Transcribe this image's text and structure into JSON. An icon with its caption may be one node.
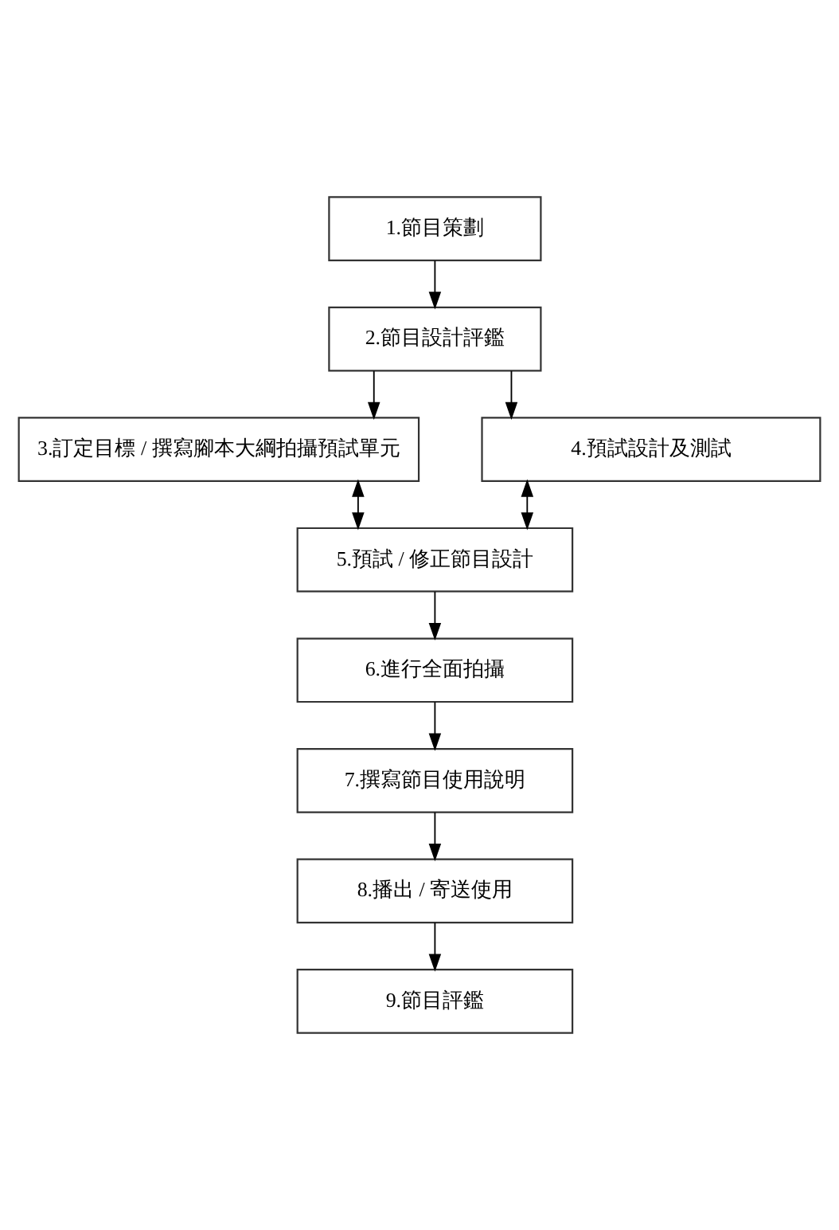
{
  "diagram": {
    "nodes": [
      {
        "text": [
          "1.節目策劃"
        ]
      },
      {
        "text": [
          "2.節目設計評鑑"
        ]
      },
      {
        "text": [
          "3.訂定目標 / 撰寫腳本大綱拍攝預試單元"
        ]
      },
      {
        "text": [
          "4.預試設計及測試"
        ]
      },
      {
        "text": [
          "5.預試 / 修正節目設計"
        ]
      },
      {
        "text": [
          "6.進行全面拍攝"
        ]
      },
      {
        "text": [
          "7.撰寫節目使用說明"
        ]
      },
      {
        "text": [
          "8.播出 / 寄送使用"
        ]
      },
      {
        "text": [
          "9.節目評鑑"
        ]
      }
    ],
    "edges": [
      {
        "from": 0,
        "to": 1,
        "arrow": "to"
      },
      {
        "from": 1,
        "to": 2,
        "arrow": "to"
      },
      {
        "from": 1,
        "to": 3,
        "arrow": "to"
      },
      {
        "from": 2,
        "to": 4,
        "arrow": "both"
      },
      {
        "from": 3,
        "to": 4,
        "arrow": "both"
      },
      {
        "from": 4,
        "to": 5,
        "arrow": "to"
      },
      {
        "from": 5,
        "to": 6,
        "arrow": "to"
      },
      {
        "from": 6,
        "to": 7,
        "arrow": "to"
      },
      {
        "from": 7,
        "to": 8,
        "arrow": "to"
      }
    ]
  }
}
